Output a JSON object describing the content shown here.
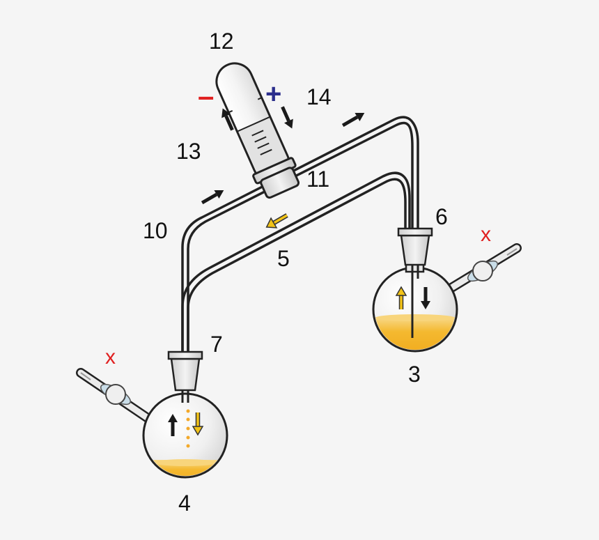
{
  "labels": {
    "n12": "12",
    "n14": "14",
    "n13": "13",
    "n11": "11",
    "n10": "10",
    "n5": "5",
    "n6": "6",
    "n7": "7",
    "n3": "3",
    "n4": "4",
    "minus": "–",
    "plus": "+",
    "x_left": "x",
    "x_right": "x"
  },
  "colors": {
    "tube": "#222222",
    "liquid": "#f3b62a",
    "liquid_light": "#f7cd5f",
    "glass": "#e6e6e6",
    "minus": "#e02020",
    "plus": "#2b2e8c",
    "x_mark": "#e02020",
    "arrow_black": "#1a1a1a",
    "arrow_yellow": "#f2c318"
  }
}
